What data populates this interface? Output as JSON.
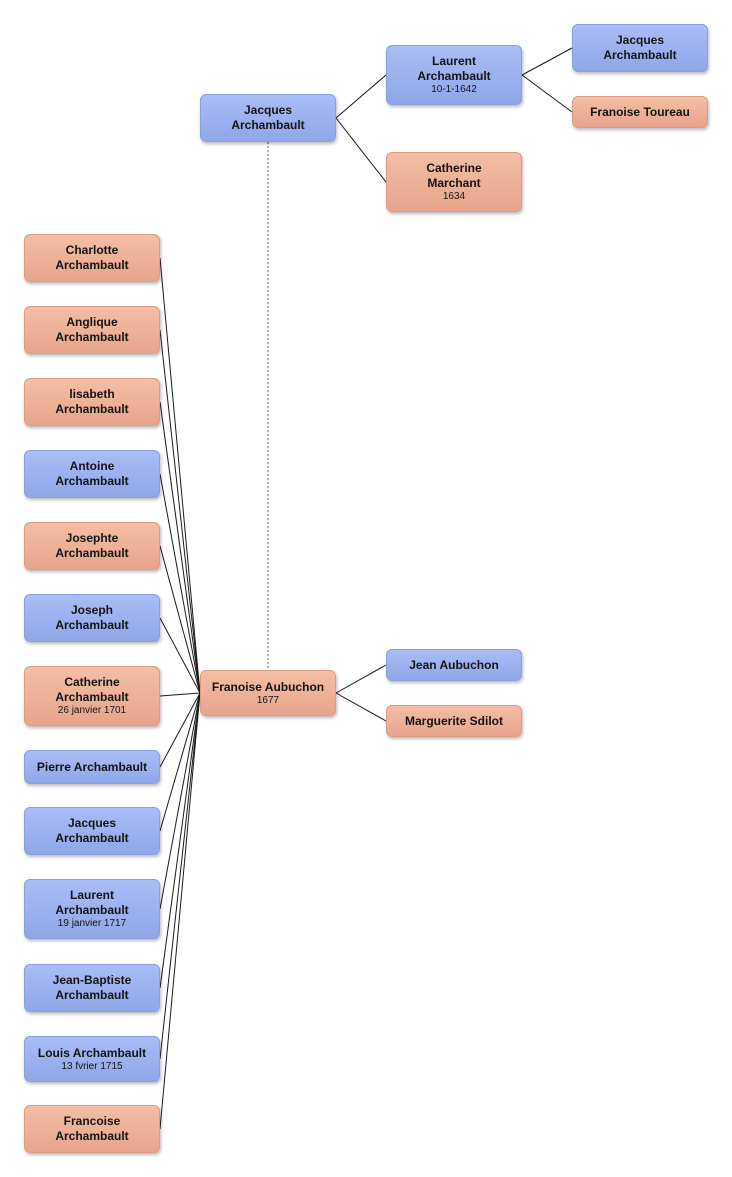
{
  "colors": {
    "male": "#9cb2f0",
    "female": "#eeb098"
  },
  "people": {
    "jacques_f": {
      "name": "Jacques Archambault",
      "date": "",
      "sex": "male"
    },
    "laurent_gf": {
      "name": "Laurent Archambault",
      "date": "10-1-1642",
      "sex": "male"
    },
    "catherine_gm": {
      "name": "Catherine Marchant",
      "date": "1634",
      "sex": "female"
    },
    "jacques_ggf": {
      "name": "Jacques Archambault",
      "date": "",
      "sex": "male"
    },
    "francoise_ggm": {
      "name": "Franoise Toureau",
      "date": "",
      "sex": "female"
    },
    "francoise_m": {
      "name": "Franoise Aubuchon",
      "date": "1677",
      "sex": "female"
    },
    "jean_mf": {
      "name": "Jean Aubuchon",
      "date": "",
      "sex": "male"
    },
    "marguerite_mm": {
      "name": "Marguerite Sdilot",
      "date": "",
      "sex": "female"
    }
  },
  "children": [
    {
      "name": "Charlotte Archambault",
      "date": "",
      "sex": "female"
    },
    {
      "name": "Anglique Archambault",
      "date": "",
      "sex": "female"
    },
    {
      "name": "lisabeth Archambault",
      "date": "",
      "sex": "female"
    },
    {
      "name": "Antoine Archambault",
      "date": "",
      "sex": "male"
    },
    {
      "name": "Josephte Archambault",
      "date": "",
      "sex": "female"
    },
    {
      "name": "Joseph Archambault",
      "date": "",
      "sex": "male"
    },
    {
      "name": "Catherine Archambault",
      "date": "26 janvier 1701",
      "sex": "female"
    },
    {
      "name": "Pierre Archambault",
      "date": "",
      "sex": "male"
    },
    {
      "name": "Jacques Archambault",
      "date": "",
      "sex": "male"
    },
    {
      "name": "Laurent Archambault",
      "date": "19 janvier 1717",
      "sex": "male"
    },
    {
      "name": "Jean-Baptiste Archambault",
      "date": "",
      "sex": "male"
    },
    {
      "name": "Louis Archambault",
      "date": "13 fvrier 1715",
      "sex": "male"
    },
    {
      "name": "Francoise Archambault",
      "date": "",
      "sex": "female"
    }
  ]
}
